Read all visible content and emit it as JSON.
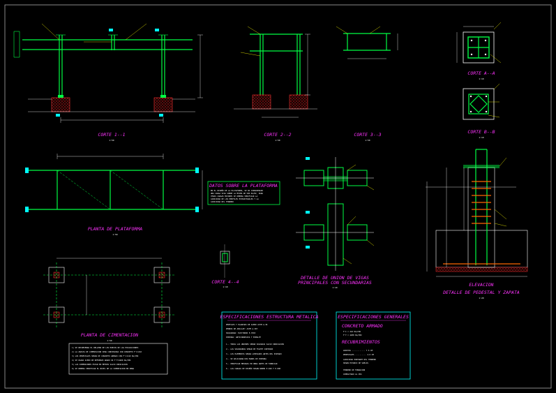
{
  "drawing": {
    "colors": {
      "background": "#000000",
      "structure": "#00ff44",
      "dimension": "#ffffff",
      "annotation": "#ffff00",
      "title": "#ff33ff",
      "grid": "#00ffff",
      "concrete": "#ff2222",
      "rebar": "#ff6600",
      "border": "#aaaaaa"
    },
    "views": [
      {
        "key": "corte11",
        "title": "CORTE 1--1",
        "scale": "1:50"
      },
      {
        "key": "corte22",
        "title": "CORTE 2--2",
        "scale": "1:50"
      },
      {
        "key": "corte33",
        "title": "CORTE 3--3",
        "scale": "1:50"
      },
      {
        "key": "corteaa",
        "title": "CORTE A--A",
        "scale": "1:10"
      },
      {
        "key": "cortebb",
        "title": "CORTE B--B",
        "scale": "1:10"
      },
      {
        "key": "planta_plataforma",
        "title": "PLANTA DE PLATAFORMA",
        "scale": "1:50"
      },
      {
        "key": "planta_cimentacion",
        "title": "PLANTA DE CIMENTACION",
        "scale": "1:50"
      },
      {
        "key": "corte44",
        "title": "CORTE 4--4",
        "scale": "1:10"
      },
      {
        "key": "detalle_vigas",
        "title": "DETALLE DE UNION DE VIGAS\nPRINCIPALES CON SECUNDARIAS",
        "scale": "1:10"
      },
      {
        "key": "elevacion",
        "title": "ELEVACION",
        "scale": ""
      },
      {
        "key": "detalle_pedestal",
        "title": "DETALLE DE PEDESTAL Y ZAPATA",
        "scale": "1:20"
      }
    ],
    "datos_plataforma": {
      "title": "DATOS SOBRE LA PLATAFORMA",
      "lines": [
        "EN EL DISEÑO DE LA PLATAFORMA, SE HA CONSIDERADO",
        "UNA CARGA VIVA SOBRE LA MISMA DE 500 KG/M2, PARA",
        "OTRAS CARGAS MAYORES SE DEBERA VERIFICAR LA",
        "CAPACIDAD DE LOS PERFILES ESTRUCTURALES Y LA",
        "CAPACIDAD DEL TERRENO"
      ]
    },
    "notas_cimentacion": [
      "1) SE RECOMIENDA EL RELLENO DE LOS HUECOS DE LAS EXCAVACIONES",
      "2) LA ZAPATA DE CIMENTACION SERA CONSTRUIDA CON CONCRETO F'C=210",
      "3) LOS PEDESTALES SERAN DE CONCRETO ARMADO CON F'C=210 KG/CM2",
      "4) SE USARA ACERO DE REFUERZO GRADO 60 F'Y=4200 KG/CM2",
      "5) LAS DIMENSIONES ESTAN EN METROS SALVO INDICACION",
      "6) SE DEBERA VERIFICAR EL NIVEL DE LA CIMENTACION EN OBRA"
    ],
    "especificaciones_metalica": {
      "title": "ESPECIFICACIONES ESTRUCTURA METALICA",
      "lines": [
        "PERFILES Y PLANCHAS DE ACERO ASTM A-36",
        "PERNOS DE ANCLAJE: ASTM A-307",
        "SOLDADURA: ELECTRODO E-70XX",
        "PINTURA: ANTICORROSIVA Y ESMALTE",
        "1.- TODAS LAS UNIONES SERAN SOLDADAS SALVO INDICACION",
        "2.- LAS SOLDADURAS SERAN DE FILETE CONTINUO",
        "3.- LOS ELEMENTOS SERAN LIMPIADOS ANTES DEL PINTADO",
        "4.- SE APLICARAN DOS MANOS DE PINTURA",
        "5.- VERIFICAR MEDIDAS EN OBRA ANTES DE FABRICAR",
        "6.- LAS CARGAS DE DISEÑO SEGUN NORMA E.020 Y E.090"
      ]
    },
    "especificaciones_generales": {
      "title": "ESPECIFICACIONES GENERALES",
      "concreto_title": "CONCRETO ARMADO",
      "concreto_lines": [
        "F'C = 210 KG/CM2",
        "F'Y = 4200 KG/CM2"
      ],
      "recubrimientos_title": "RECUBRIMIENTOS",
      "recubrimientos_lines": [
        "ZAPATAS ............ 7.5 CM",
        "PEDESTALES .......... 4.0 CM",
        "CAPACIDAD PORTANTE DEL TERRENO",
        "SEGUN ESTUDIO DE SUELOS"
      ],
      "footer_lines": [
        "TERRENO DE FUNDACION",
        "COMPACTADO AL 95%"
      ]
    }
  }
}
